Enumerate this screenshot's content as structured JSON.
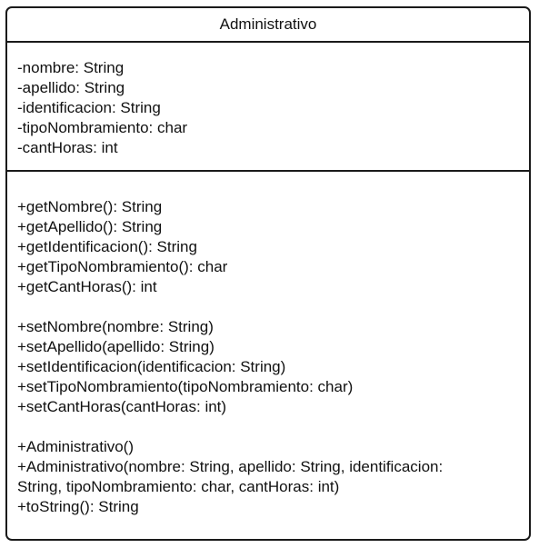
{
  "class": {
    "name": "Administrativo",
    "attributes": [
      "-nombre: String",
      "-apellido: String",
      "-identificacion: String",
      "-tipoNombramiento: char",
      "-cantHoras: int"
    ],
    "getters": [
      "+getNombre(): String",
      "+getApellido(): String",
      "+getIdentificacion(): String",
      "+getTipoNombramiento(): char",
      "+getCantHoras(): int"
    ],
    "setters": [
      "+setNombre(nombre: String)",
      "+setApellido(apellido: String)",
      "+setIdentificacion(identificacion: String)",
      "+setTipoNombramiento(tipoNombramiento: char)",
      "+setCantHoras(cantHoras: int)"
    ],
    "others": [
      "+Administrativo()",
      "+Administrativo(nombre: String, apellido: String, identificacion:",
      "String, tipoNombramiento: char, cantHoras: int)",
      "+toString(): String"
    ]
  },
  "colors": {
    "border": "#1a1a1a",
    "text": "#111111",
    "background": "#ffffff"
  }
}
